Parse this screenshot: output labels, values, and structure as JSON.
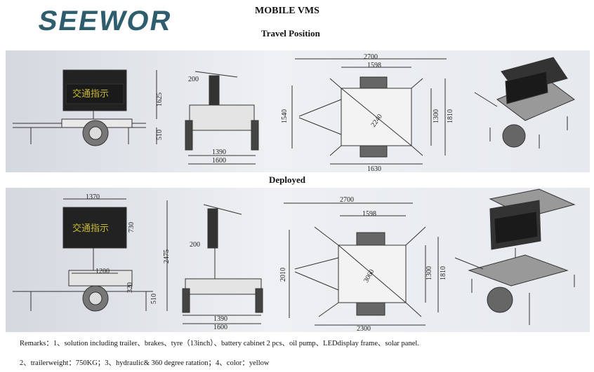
{
  "brand": {
    "logo_text": "SEEWOR"
  },
  "header": {
    "title": "MOBILE VMS"
  },
  "sections": {
    "travel": {
      "heading": "Travel Position",
      "sign_text": "交通指示",
      "dims": {
        "sign_height": "1625",
        "axle_height": "510",
        "mast_panel": "200",
        "track": "1390",
        "width": "1600",
        "length": "2700",
        "frame": "1598",
        "diagonal": "2240",
        "frame_width": "1300",
        "overall_width": "1810",
        "hitch_width": "1540",
        "outrigger": "1630"
      }
    },
    "deployed": {
      "heading": "Deployed",
      "sign_text": "交通指示",
      "dims": {
        "sign_width": "1370",
        "sign_h": "730",
        "total_height": "2475",
        "base": "1200",
        "deck": "320",
        "axle": "510",
        "mast_panel": "200",
        "track": "1390",
        "width": "1600",
        "length": "2700",
        "frame": "1598",
        "diagonal": "3060",
        "frame_width": "1300",
        "overall_width": "1810",
        "outrigger_span": "2010",
        "outrigger": "2300"
      }
    }
  },
  "remarks": {
    "line1": "Remarks：1、solution including trailer、brakes、tyre（13inch）、battery cabinet 2 pcs、oil pump、LEDdisplay frame、solar panel.",
    "line2": "2、trailerweight：750KG；3、hydraulic& 360 degree ratation；4、color：yellow"
  }
}
